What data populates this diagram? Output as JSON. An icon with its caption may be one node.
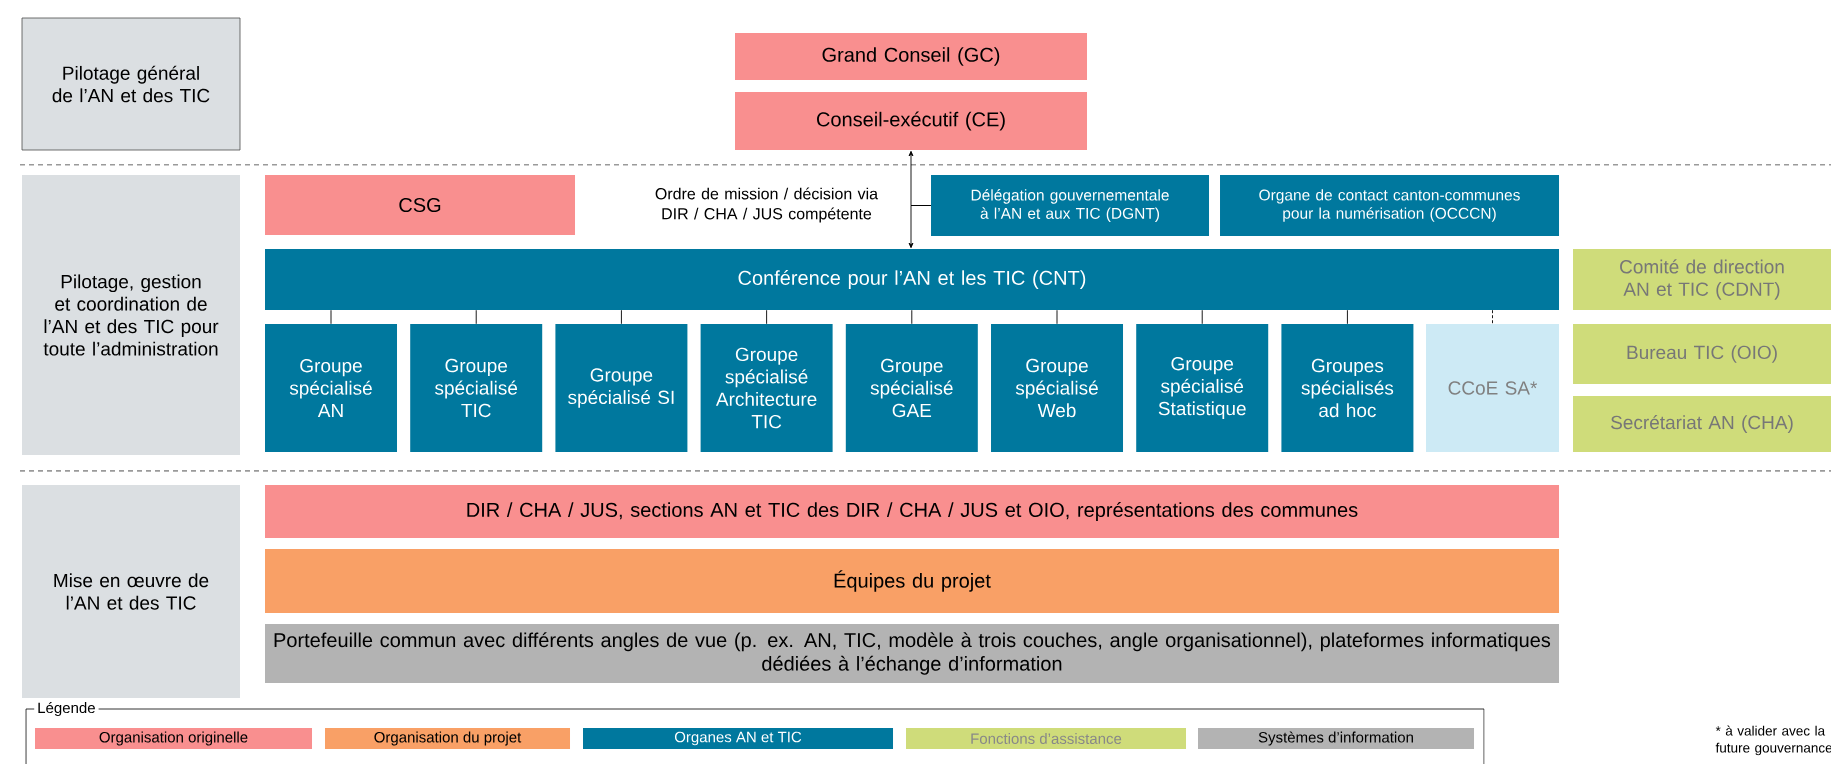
{
  "diagram": {
    "nodes": [
      {
        "text": [
          "Pilotage général de l’AN et des TIC"
        ]
      },
      {
        "text": [
          "Grand Conseil (GC)"
        ]
      },
      {
        "text": [
          "Conseil-exécutif (CE)"
        ]
      },
      {
        "text": [
          "Pilotage, gestion et coordination de l’AN et des TIC pour toute l’administration"
        ]
      },
      {
        "text": [
          "CSG"
        ]
      },
      {
        "text": [
          "Délégation gouvernementale à l’AN et aux TIC (DGNT)"
        ]
      },
      {
        "text": [
          "Organe de contact canton-communes pour la numérisation (OCCCN)"
        ]
      },
      {
        "text": [
          "Conférence pour l’AN et les TIC (CNT)"
        ]
      },
      {
        "text": [
          "Groupe spécialisé AN"
        ]
      },
      {
        "text": [
          "Groupe spécialisé TIC"
        ]
      },
      {
        "text": [
          "Groupe spécialisé SI"
        ]
      },
      {
        "text": [
          "Groupe spécialisé Architecture TIC"
        ]
      },
      {
        "text": [
          "Groupe spécialisé GAE"
        ]
      },
      {
        "text": [
          "Groupe spécialisé Web"
        ]
      },
      {
        "text": [
          "Groupe spécialisé Statistique"
        ]
      },
      {
        "text": [
          "Groupes spécialisés ad hoc"
        ]
      },
      {
        "text": [
          "CCoE SA*"
        ]
      },
      {
        "text": [
          "Comité de direction AN et TIC (CDNT)"
        ]
      },
      {
        "text": [
          "Bureau TIC (OIO)"
        ]
      },
      {
        "text": [
          "Secrétariat AN (CHA)"
        ]
      },
      {
        "text": [
          "Mise en œuvre de l’AN et des TIC"
        ]
      },
      {
        "text": [
          "DIR / CHA / JUS, sections AN et TIC des DIR / CHA / JUS et OIO, représentations des communes"
        ]
      },
      {
        "text": [
          "Équipes du projet"
        ]
      },
      {
        "text": [
          "Portefeuille commun avec différents angles de vue (p. ex. AN, TIC, modèle à trois couches, angle organisationnel), plateformes informatiques dédiées à l’échange d’information"
        ]
      }
    ],
    "edges": [
      {
        "from": 5,
        "to": 2,
        "arrow": "to",
        "label": "Ordre de mission / décision via DIR / CHA / JUS compétente"
      },
      {
        "from": 5,
        "to": 7,
        "arrow": "to"
      },
      {
        "from": 7,
        "to": 8,
        "arrow": "none"
      },
      {
        "from": 7,
        "to": 9,
        "arrow": "none"
      },
      {
        "from": 7,
        "to": 10,
        "arrow": "none"
      },
      {
        "from": 7,
        "to": 11,
        "arrow": "none"
      },
      {
        "from": 7,
        "to": 12,
        "arrow": "none"
      },
      {
        "from": 7,
        "to": 13,
        "arrow": "none"
      },
      {
        "from": 7,
        "to": 14,
        "arrow": "none"
      },
      {
        "from": 7,
        "to": 15,
        "arrow": "none"
      },
      {
        "from": 7,
        "to": 16,
        "arrow": "none",
        "style": "dashed"
      }
    ],
    "labels": [
      "Légende",
      "* à valider avec la future gouvernance"
    ],
    "legend": [
      {
        "text": "Organisation originelle",
        "color": "#f98f8f"
      },
      {
        "text": "Organisation du projet",
        "color": "#f9a066"
      },
      {
        "text": "Organes AN et TIC",
        "color": "#00789e"
      },
      {
        "text": "Fonctions d’assistance",
        "color": "#cfdc7a"
      },
      {
        "text": "Systèmes d’information",
        "color": "#b3b3b3"
      }
    ]
  }
}
